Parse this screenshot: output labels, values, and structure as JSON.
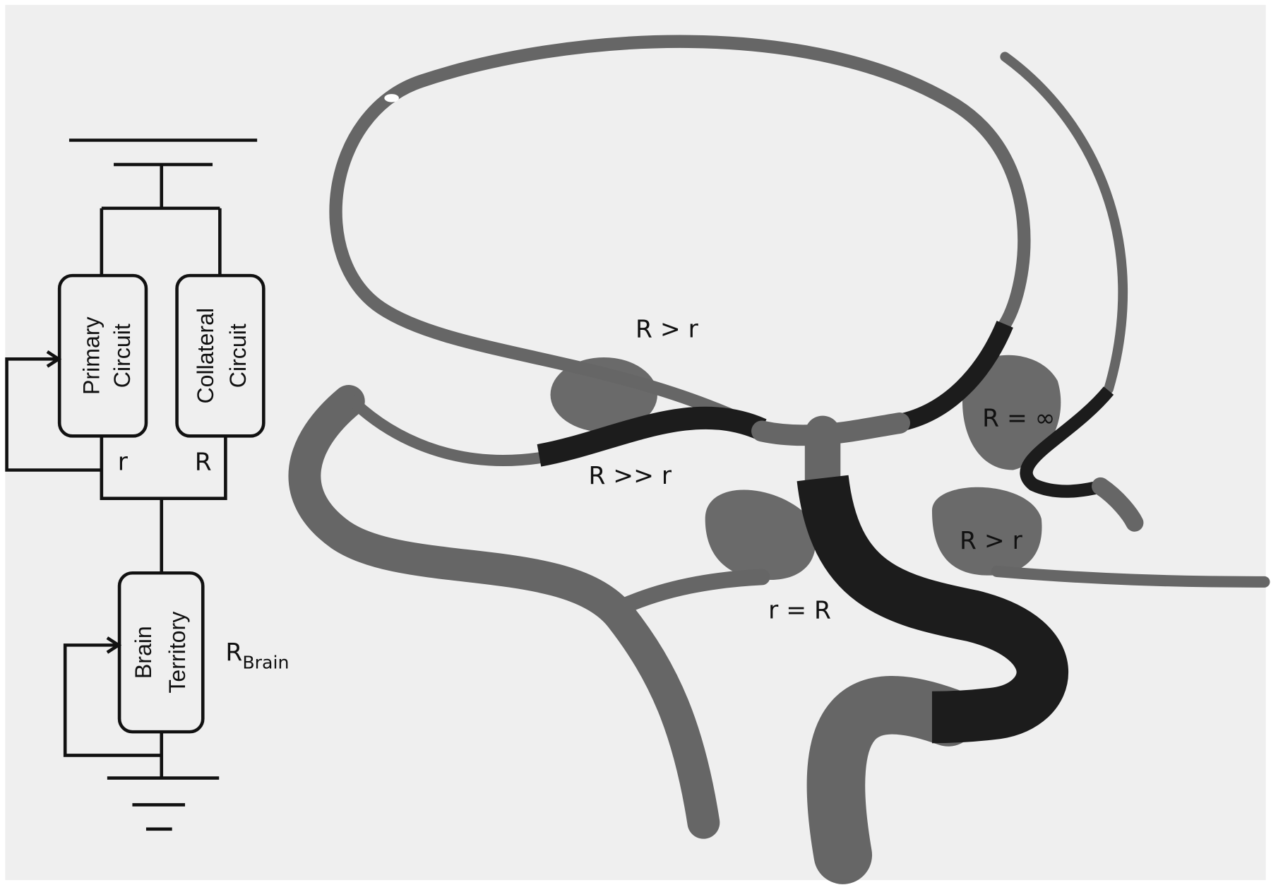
{
  "circuit": {
    "primary_box": [
      "Primary",
      "Circuit"
    ],
    "collateral_box": [
      "Collateral",
      "Circuit"
    ],
    "primary_resistance": "r",
    "collateral_resistance": "R",
    "brain_box": [
      "Brain",
      "Territory"
    ],
    "brain_resistance_main": "R",
    "brain_resistance_sub": "Brain"
  },
  "vessel_labels": {
    "upper": "R > r",
    "left": "R >> r",
    "right_upper": "R = ∞",
    "right_lower": "R > r",
    "center": "r = R"
  },
  "colors": {
    "background": "#efefef",
    "vessel": "#666666",
    "occluded": "#1c1c1c",
    "line": "#111111"
  }
}
